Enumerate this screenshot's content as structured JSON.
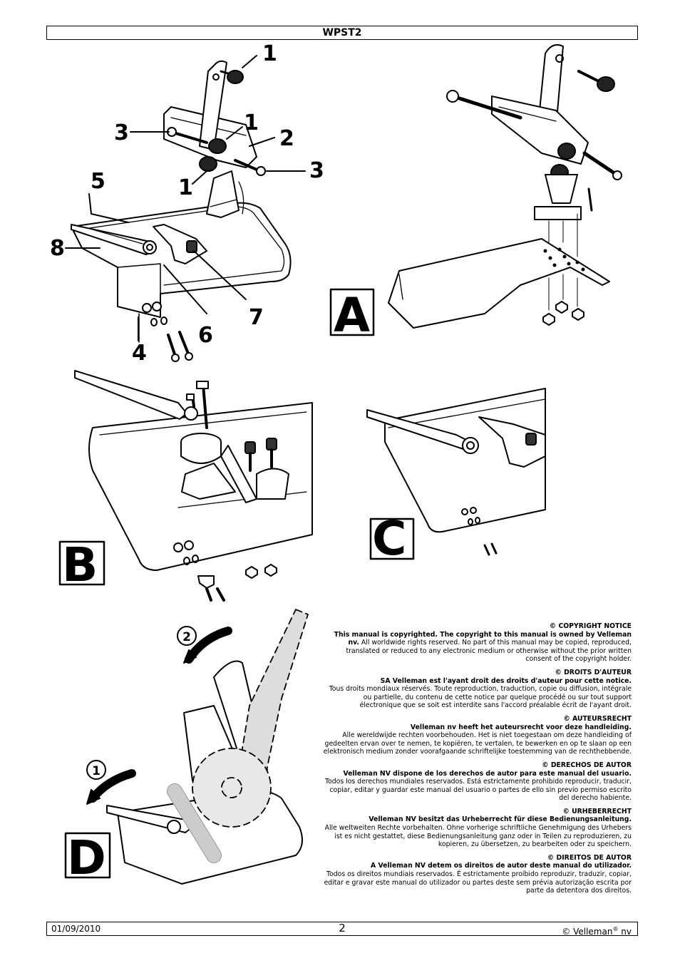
{
  "header": {
    "model": "WPST2"
  },
  "figure_A": {
    "letter": "A",
    "callouts": [
      "1",
      "1",
      "1",
      "2",
      "3",
      "3",
      "4",
      "5",
      "6",
      "7",
      "8"
    ]
  },
  "figure_B": {
    "letter": "B"
  },
  "figure_C": {
    "letter": "C"
  },
  "figure_D": {
    "letter": "D",
    "step_1": "1",
    "step_2": "2"
  },
  "notices": [
    {
      "heading": "© COPYRIGHT NOTICE",
      "lead": "This manual is copyrighted. The copyright to this manual is owned by Velleman nv.",
      "body": "All worldwide rights reserved.  No part of this manual may be copied, reproduced, translated or reduced to any electronic medium or otherwise without the prior written consent of the copyright holder."
    },
    {
      "heading": "© DROITS D'AUTEUR",
      "lead": "SA Velleman est l'ayant droit des droits d'auteur pour cette notice.",
      "body": "Tous droits mondiaux réservés. Toute reproduction, traduction, copie ou diffusion, intégrale ou partielle, du contenu de cette notice par quelque procédé ou sur tout support électronique que se soit est interdite sans l'accord préalable écrit de l'ayant droit."
    },
    {
      "heading": "© AUTEURSRECHT",
      "lead": "Velleman nv heeft het auteursrecht voor deze handleiding.",
      "body": "Alle wereldwijde rechten voorbehouden. Het is niet toegestaan om deze handleiding of gedeelten ervan over te nemen, te kopiëren, te vertalen, te bewerken en op te slaan op een elektronisch medium zonder voorafgaande schriftelijke toestemming van de rechthebbende."
    },
    {
      "heading": "© DERECHOS DE AUTOR",
      "lead": "Velleman NV dispone de los derechos de autor para este manual del usuario.",
      "body": "Todos los derechos mundiales reservados. Está estrictamente prohibido reproducir, traducir, copiar, editar y guardar este manual del usuario o partes de ello sin previo permiso escrito del derecho habiente."
    },
    {
      "heading": "© URHEBERRECHT",
      "lead": "Velleman NV besitzt das Urheberrecht für diese Bedienungsanleitung.",
      "body": "Alle weltweiten Rechte vorbehalten. Ohne vorherige schriftliche Genehmigung des Urhebers ist es nicht gestattet, diese Bedienungsanleitung ganz oder in Teilen zu reproduzieren, zu kopieren, zu übersetzen, zu bearbeiten oder zu speichern."
    },
    {
      "heading": "© DIREITOS DE AUTOR",
      "lead": "A Velleman NV detem os direitos de autor deste manual do utilizador.",
      "body": "Todos os direitos mundiais reservados. É estrictamente proíbido reproduzir, traduzir, copiar, editar e gravar este manual do utilizador ou partes deste sem prévia autorização escrita por parte da detentora dos direitos."
    }
  ],
  "footer": {
    "date": "01/09/2010",
    "page": "2",
    "brand": "© Velleman",
    "brand_reg": "®",
    "brand_suffix": " nv"
  }
}
